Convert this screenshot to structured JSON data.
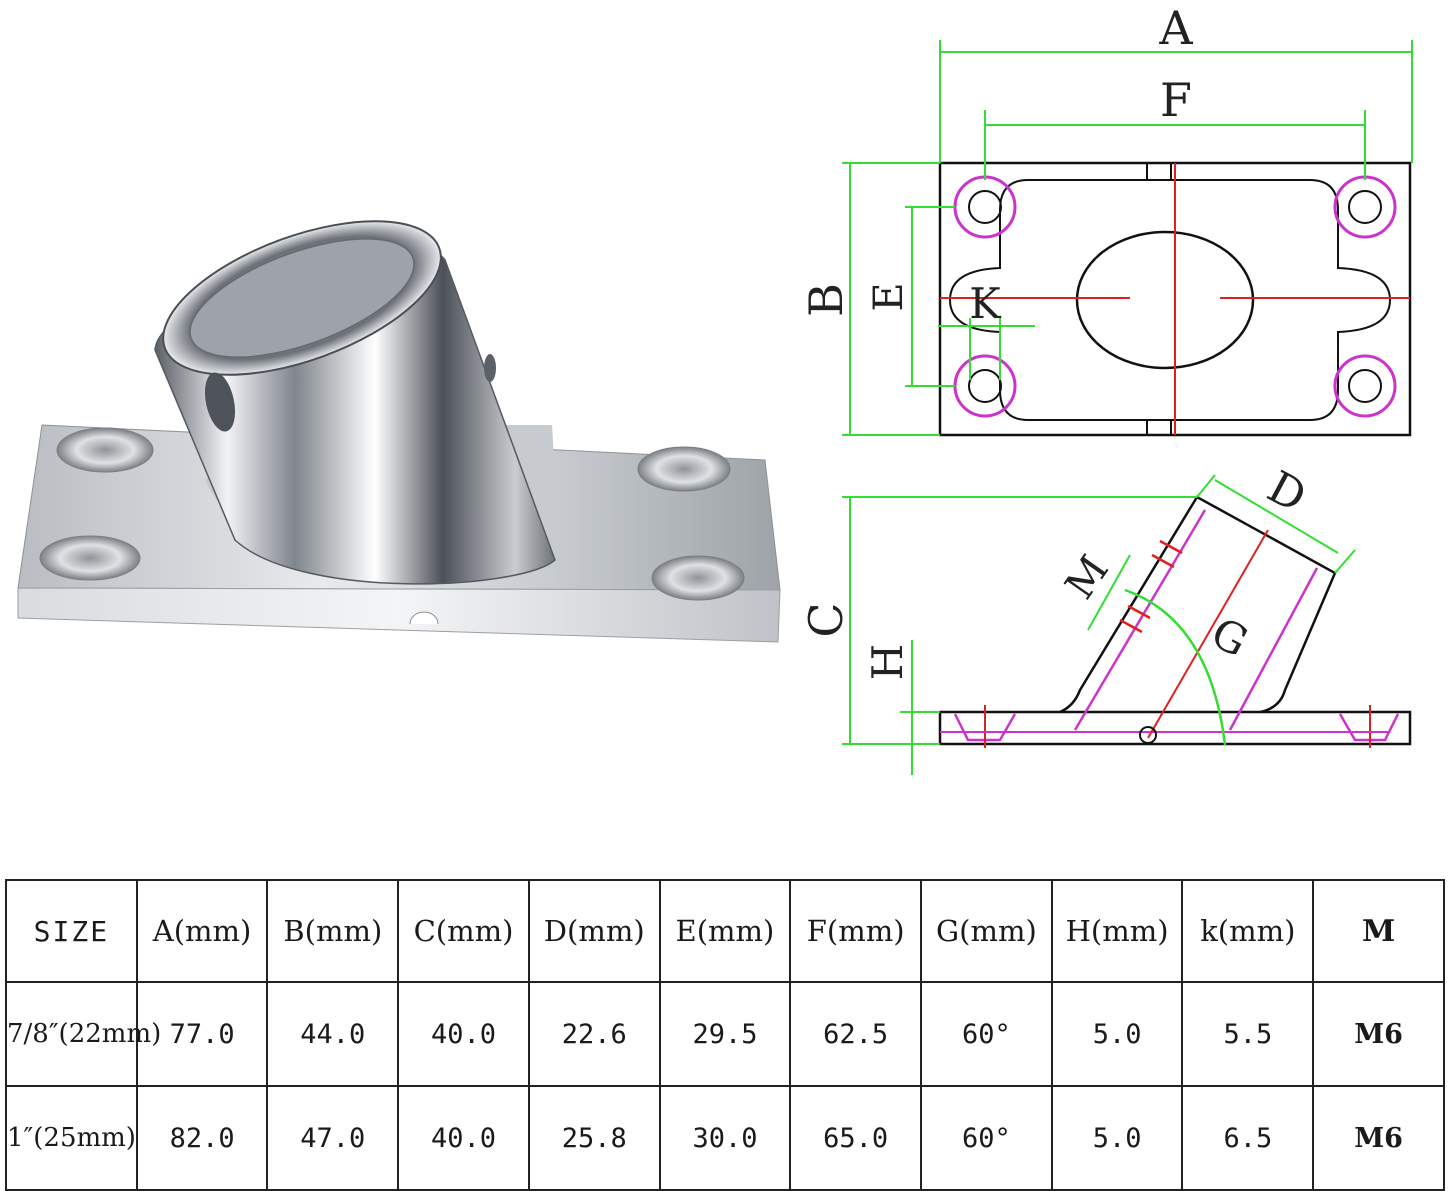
{
  "diagram_labels": {
    "a": "A",
    "b": "B",
    "c": "C",
    "d": "D",
    "e": "E",
    "f": "F",
    "g": "G",
    "h": "H",
    "k": "K",
    "m": "M"
  },
  "table": {
    "headers": [
      "SIZE",
      "A(mm)",
      "B(mm)",
      "C(mm)",
      "D(mm)",
      "E(mm)",
      "F(mm)",
      "G(mm)",
      "H(mm)",
      "k(mm)",
      "M"
    ],
    "rows": [
      [
        "7/8″(22mm)",
        "77.0",
        "44.0",
        "40.0",
        "22.6",
        "29.5",
        "62.5",
        "60°",
        "5.0",
        "5.5",
        "M6"
      ],
      [
        "1″(25mm)",
        "82.0",
        "47.0",
        "40.0",
        "25.8",
        "30.0",
        "65.0",
        "60°",
        "5.0",
        "6.5",
        "M6"
      ]
    ]
  },
  "colors": {
    "dimension_green": "#33dd33",
    "centerline_red": "#e02020",
    "hole_magenta": "#cc33cc",
    "outline_black": "#111111"
  }
}
